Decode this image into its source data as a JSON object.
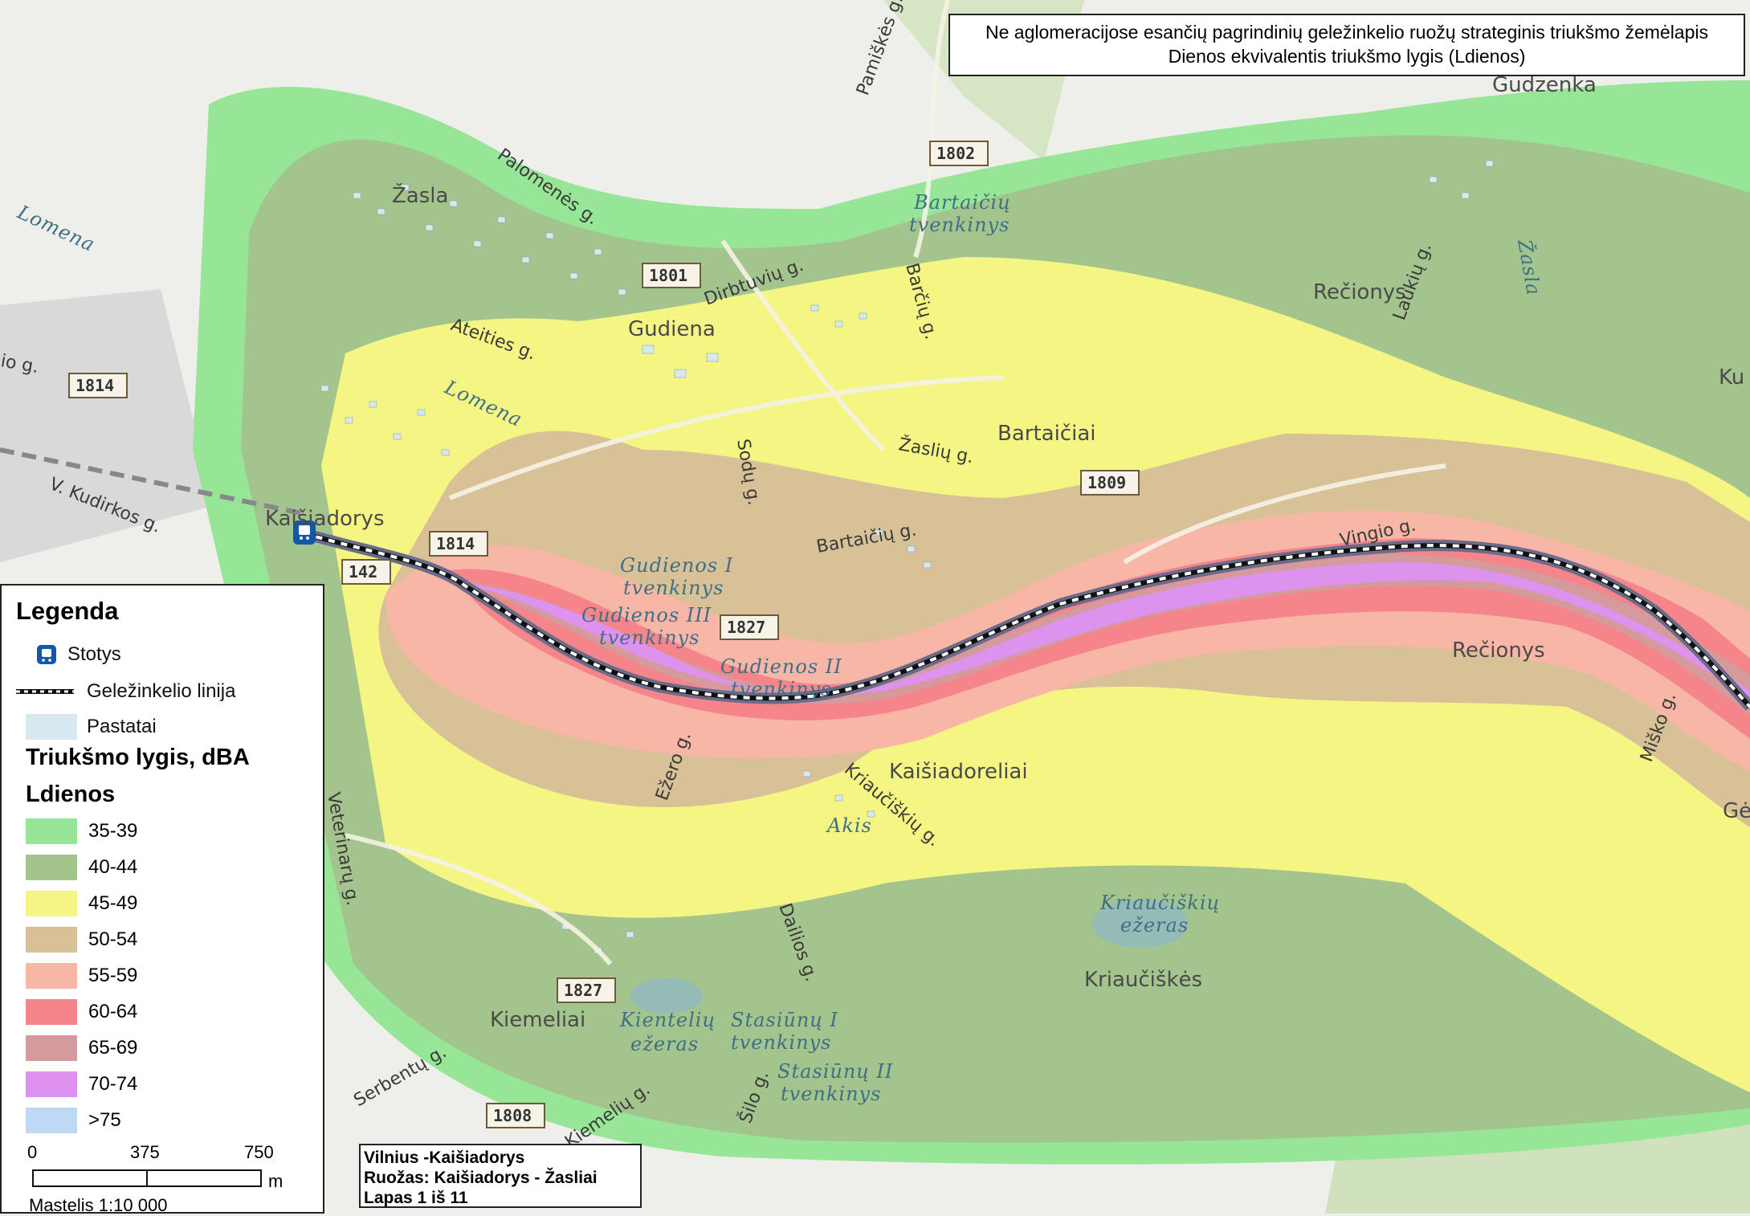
{
  "title": {
    "line1": "Ne aglomeracijose esančių pagrindinių geležinkelio ruožų strateginis triukšmo žemėlapis",
    "line2": "Dienos ekvivalentis triukšmo lygis (Ldienos)"
  },
  "legend": {
    "title": "Legenda",
    "symbols": [
      {
        "label": "Stotys",
        "icon": "train-station-icon"
      },
      {
        "label": "Geležinkelio linija",
        "icon": "railway-line-icon"
      },
      {
        "label": "Pastatai",
        "color": "#d7e8f0"
      }
    ],
    "noise_heading": "Triukšmo lygis, dBA",
    "noise_subheading": "Ldienos",
    "noise_classes": [
      {
        "label": "35-39",
        "color": "#97e596"
      },
      {
        "label": "40-44",
        "color": "#a3c48c"
      },
      {
        "label": "45-49",
        "color": "#f5f584"
      },
      {
        "label": "50-54",
        "color": "#d8c097"
      },
      {
        "label": "55-59",
        "color": "#f8b6a6"
      },
      {
        "label": "60-64",
        "color": "#f5858a"
      },
      {
        "label": "65-69",
        "color": "#d59a9b"
      },
      {
        "label": "70-74",
        "color": "#dd92ee"
      },
      {
        "label": ">75",
        "color": "#bdd9f5"
      }
    ],
    "scale": {
      "tick0": "0",
      "tick1": "375",
      "tick2": "750",
      "unit": "m",
      "ratio": "Mastelis 1:10 000"
    }
  },
  "sheet": {
    "line1": "Vilnius -Kaišiadorys",
    "line2": "Ruožas: Kaišiadorys - Žasliai",
    "line3": "Lapas 1 iš 11"
  },
  "places": {
    "zasla_town": "Žasla",
    "gudzenka": "Gudzenka",
    "gudiena": "Gudiena",
    "bartaiciai": "Bartaičiai",
    "recionys1": "Rečionys",
    "recionys2": "Rečionys",
    "kaisiadorys": "Kaišiadorys",
    "kaisiadoreliai": "Kaišiadoreliai",
    "kiemeliai": "Kiemeliai",
    "kriauciskes": "Kriaučiškės",
    "ku": "Ku",
    "ge": "Gė"
  },
  "water": {
    "bartaiciu": "Bartaičių",
    "tvenkinys_b": "tvenkinys",
    "gudienos1": "Gudienos I",
    "tvenkinys_g1": "tvenkinys",
    "gudienos3": "Gudienos III",
    "tvenkinys_g3": "tvenkinys",
    "gudienos2": "Gudienos II",
    "tvenkinys_g2": "tvenkinys",
    "kriauciskiu": "Kriaučiškių",
    "ezeras_k": "ežeras",
    "kienteliu": "Kientelių",
    "ezeras_ki": "ežeras",
    "stasiunu1": "Stasiūnų I",
    "tvenkinys_s1": "tvenkinys",
    "stasiunu2": "Stasiūnų II",
    "tvenkinys_s2": "tvenkinys",
    "akis": "Akis",
    "lomena1": "Lomena",
    "lomena2": "Lomena",
    "zasla_river": "Žasla"
  },
  "roads": {
    "pamiskes": "Pamiškės g.",
    "palomenes": "Palomenės g.",
    "ateities": "Ateities g.",
    "dirbtuviu": "Dirbtuvių g.",
    "barciu": "Barčių g.",
    "zasliu": "Žaslių g.",
    "bartaiciu_g": "Bartaičių g.",
    "sodu": "Sodų g.",
    "vingio": "Vingio g.",
    "ezero": "Ežero g.",
    "kriauciskiu_g": "Kriaučiškių g.",
    "veterinaru": "Veterinarų g.",
    "dailios": "Dailios g.",
    "serbentu": "Serbentų g.",
    "silo": "Šilo g.",
    "kiemeliu": "Kiemelių g.",
    "kudirkos": "V. Kudirkos g.",
    "misko": "Miško g.",
    "laukiu": "Laukių g.",
    "jo": "io g."
  },
  "shields": [
    "1802",
    "1801",
    "1814",
    "1809",
    "1814",
    "1827",
    "1827",
    "1808",
    "142"
  ]
}
